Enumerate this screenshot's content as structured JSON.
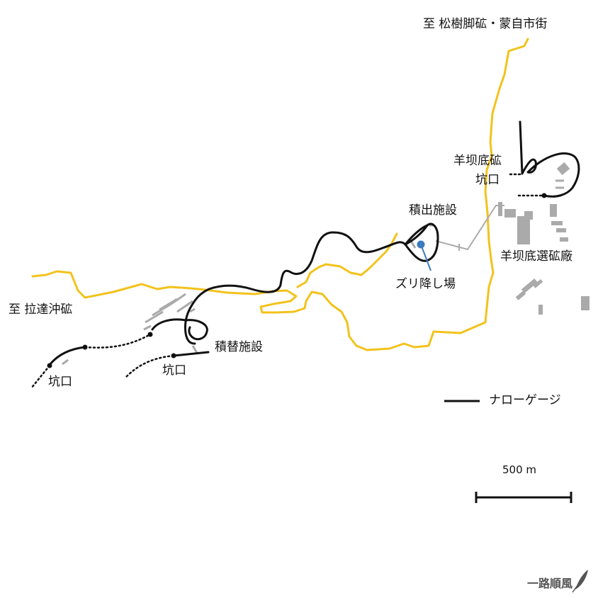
{
  "labels": {
    "to_shojushu": "至 松樹脚砿・蒙自市街",
    "hashadi_mine": "羊坝底砿",
    "adit_ne": "坑口",
    "loading_facility": "積出施設",
    "hashadi_mill": "羊坝底選砿廠",
    "spoil_dump": "ズリ降し場",
    "to_lata": "至 拉達沖砿",
    "transfer_facility": "積替施設",
    "adit_w": "坑口",
    "adit_mid": "坑口"
  },
  "legend": {
    "narrow_gauge": "ナローゲージ"
  },
  "scale": {
    "label": "500 m"
  },
  "credit": {
    "text": "一路順風"
  },
  "colors": {
    "road": "#f3c21b",
    "rail": "#111111",
    "building": "#aaaaaa",
    "point": "#3c7bbd"
  },
  "icons": {
    "credit": "feather-pen-icon"
  }
}
